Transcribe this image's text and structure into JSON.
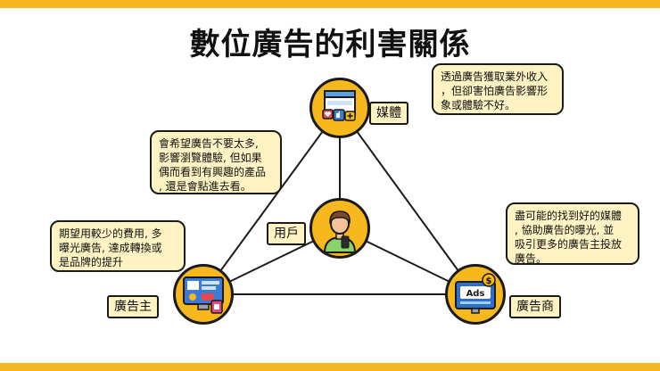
{
  "title": "數位廣告的利害關係",
  "nodes": {
    "media": {
      "label": "媒體",
      "icon": "social-media-icon"
    },
    "user": {
      "label": "用戶",
      "icon": "user-with-phone-icon"
    },
    "advertiser": {
      "label": "廣告主",
      "icon": "advertiser-dashboard-icon"
    },
    "ad_vendor": {
      "label": "廣告商",
      "icon": "ads-monitor-icon"
    }
  },
  "bubbles": {
    "media": "透過廣告獲取業外收入\n，但卻害怕廣告影響形\n象或體驗不好。",
    "user": "會希望廣告不要太多,\n影響瀏覽體驗, 但如果\n偶而看到有興趣的產品\n, 還是會點進去看。",
    "advertiser": "期望用較少的費用, 多\n曝光廣告, 達成轉換或\n是品牌的提升",
    "ad_vendor": "盡可能的找到好的媒體\n, 協助廣告的曝光, 並\n吸引更多的廣告主投放\n廣告。"
  },
  "colors": {
    "accent": "#f5b823",
    "bubble": "#fff3c4",
    "outline": "#1a1a1a"
  }
}
